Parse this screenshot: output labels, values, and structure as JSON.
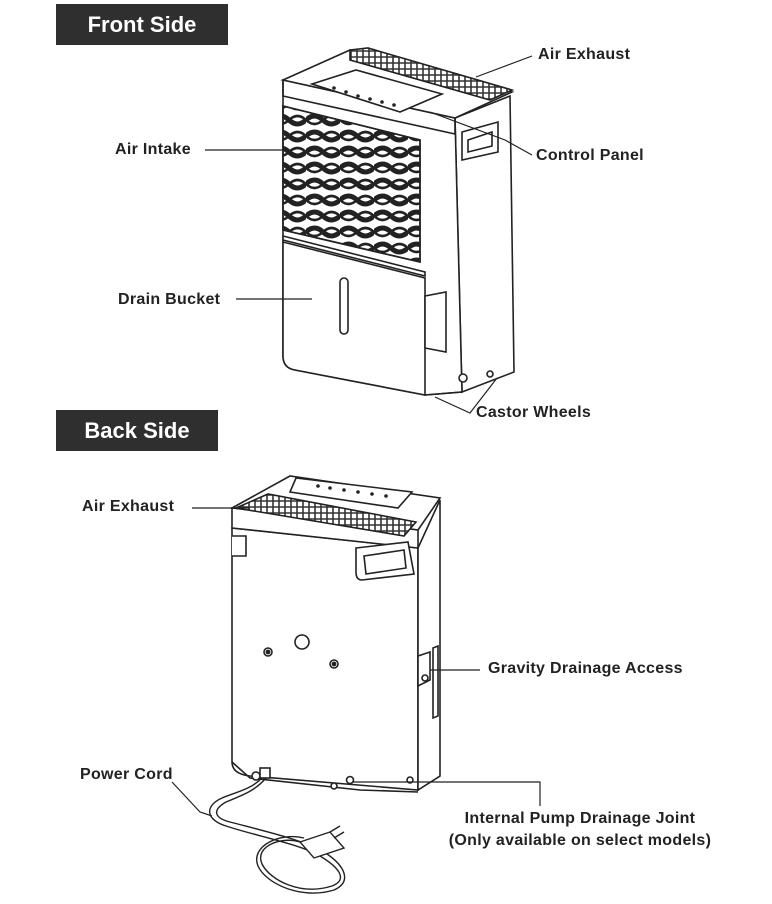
{
  "sections": {
    "front_title": "Front Side",
    "back_title": "Back Side"
  },
  "front_labels": {
    "air_exhaust": "Air Exhaust",
    "air_intake": "Air Intake",
    "control_panel": "Control Panel",
    "drain_bucket": "Drain Bucket",
    "castor_wheels": "Castor Wheels"
  },
  "back_labels": {
    "air_exhaust": "Air Exhaust",
    "gravity_drainage": "Gravity Drainage Access",
    "power_cord": "Power Cord",
    "pump_joint_line1": "Internal Pump Drainage Joint",
    "pump_joint_line2": "(Only available on select models)"
  },
  "colors": {
    "header_bg": "#2f2f2f",
    "header_text": "#ffffff",
    "line": "#222222"
  }
}
